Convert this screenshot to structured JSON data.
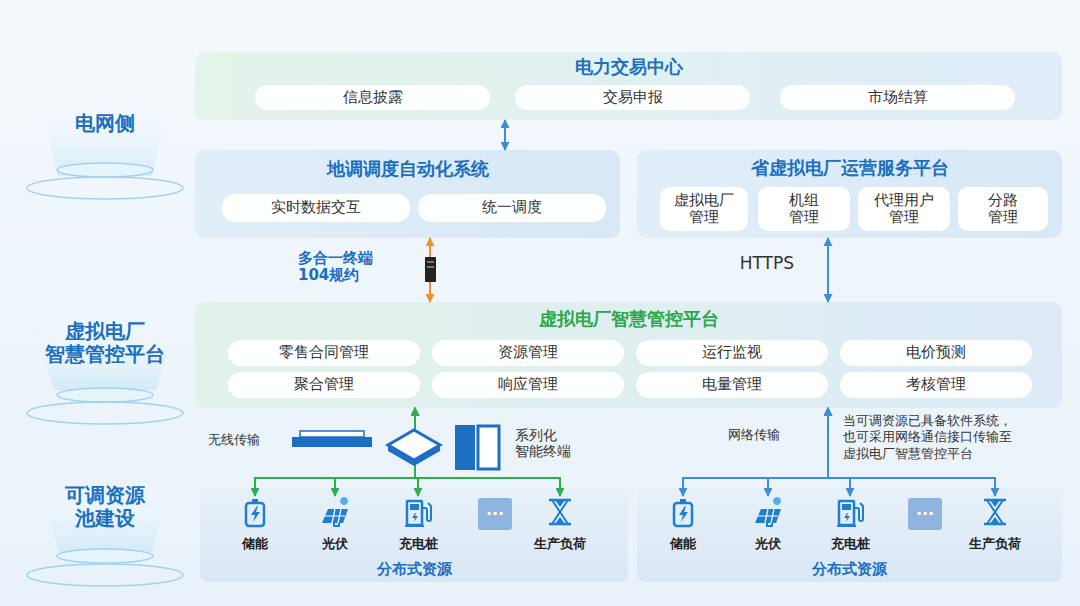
{
  "diagram": {
    "nodes": [
      {
        "text": [
          "电力交易中心"
        ]
      },
      {
        "text": [
          "信息披露"
        ],
        "in": 0
      },
      {
        "text": [
          "交易申报"
        ],
        "in": 0
      },
      {
        "text": [
          "市场结算"
        ],
        "in": 0
      },
      {
        "text": [
          "地调调度自动化系统"
        ]
      },
      {
        "text": [
          "实时数据交互"
        ],
        "in": 4
      },
      {
        "text": [
          "统一调度"
        ],
        "in": 4
      },
      {
        "text": [
          "省虚拟电厂运营服务平台"
        ]
      },
      {
        "text": [
          "虚拟电厂 管理"
        ],
        "in": 7
      },
      {
        "text": [
          "机组 管理"
        ],
        "in": 7
      },
      {
        "text": [
          "代理用户 管理"
        ],
        "in": 7
      },
      {
        "text": [
          "分路 管理"
        ],
        "in": 7
      },
      {
        "text": [
          "虚拟电厂智慧管控平台"
        ]
      },
      {
        "text": [
          "零售合同管理"
        ],
        "in": 12
      },
      {
        "text": [
          "资源管理"
        ],
        "in": 12
      },
      {
        "text": [
          "运行监视"
        ],
        "in": 12
      },
      {
        "text": [
          "电价预测"
        ],
        "in": 12
      },
      {
        "text": [
          "聚合管理"
        ],
        "in": 12
      },
      {
        "text": [
          "响应管理"
        ],
        "in": 12
      },
      {
        "text": [
          "电量管理"
        ],
        "in": 12
      },
      {
        "text": [
          "考核管理"
        ],
        "in": 12
      },
      {
        "text": [
          "分布式资源"
        ]
      },
      {
        "text": [
          "储能"
        ],
        "in": 21
      },
      {
        "text": [
          "光伏"
        ],
        "in": 21
      },
      {
        "text": [
          "充电桩"
        ],
        "in": 21
      },
      {
        "text": [
          "···"
        ],
        "in": 21
      },
      {
        "text": [
          "生产负荷"
        ],
        "in": 21
      },
      {
        "text": [
          "分布式资源"
        ]
      },
      {
        "text": [
          "储能"
        ],
        "in": 27
      },
      {
        "text": [
          "光伏"
        ],
        "in": 27
      },
      {
        "text": [
          "充电桩"
        ],
        "in": 27
      },
      {
        "text": [
          "···"
        ],
        "in": 27
      },
      {
        "text": [
          "生产负荷"
        ],
        "in": 27
      }
    ],
    "edges": [
      {
        "from": 0,
        "to": 4,
        "arrow": "both"
      },
      {
        "from": 4,
        "to": 12,
        "arrow": "both"
      },
      {
        "from": 7,
        "to": 12,
        "arrow": "both",
        "label": "HTTPS"
      },
      {
        "from": 12,
        "to": 22,
        "arrow": "both"
      },
      {
        "from": 12,
        "to": 23,
        "arrow": "both"
      },
      {
        "from": 12,
        "to": 24,
        "arrow": "both"
      },
      {
        "from": 12,
        "to": 26,
        "arrow": "both"
      },
      {
        "from": 12,
        "to": 28,
        "arrow": "both"
      },
      {
        "from": 12,
        "to": 29,
        "arrow": "both"
      },
      {
        "from": 12,
        "to": 30,
        "arrow": "both"
      },
      {
        "from": 12,
        "to": 32,
        "arrow": "both"
      }
    ],
    "labels": [
      "电网侧",
      "虚拟电厂 智慧管控平台",
      "可调资源 池建设",
      "多合一终端 104规约",
      "无线传输",
      "系列化 智能终端",
      "网络传输",
      "当可调资源已具备软件系统， 也可采用网络通信接口传输至 虚拟电厂智慧管控平台"
    ]
  }
}
